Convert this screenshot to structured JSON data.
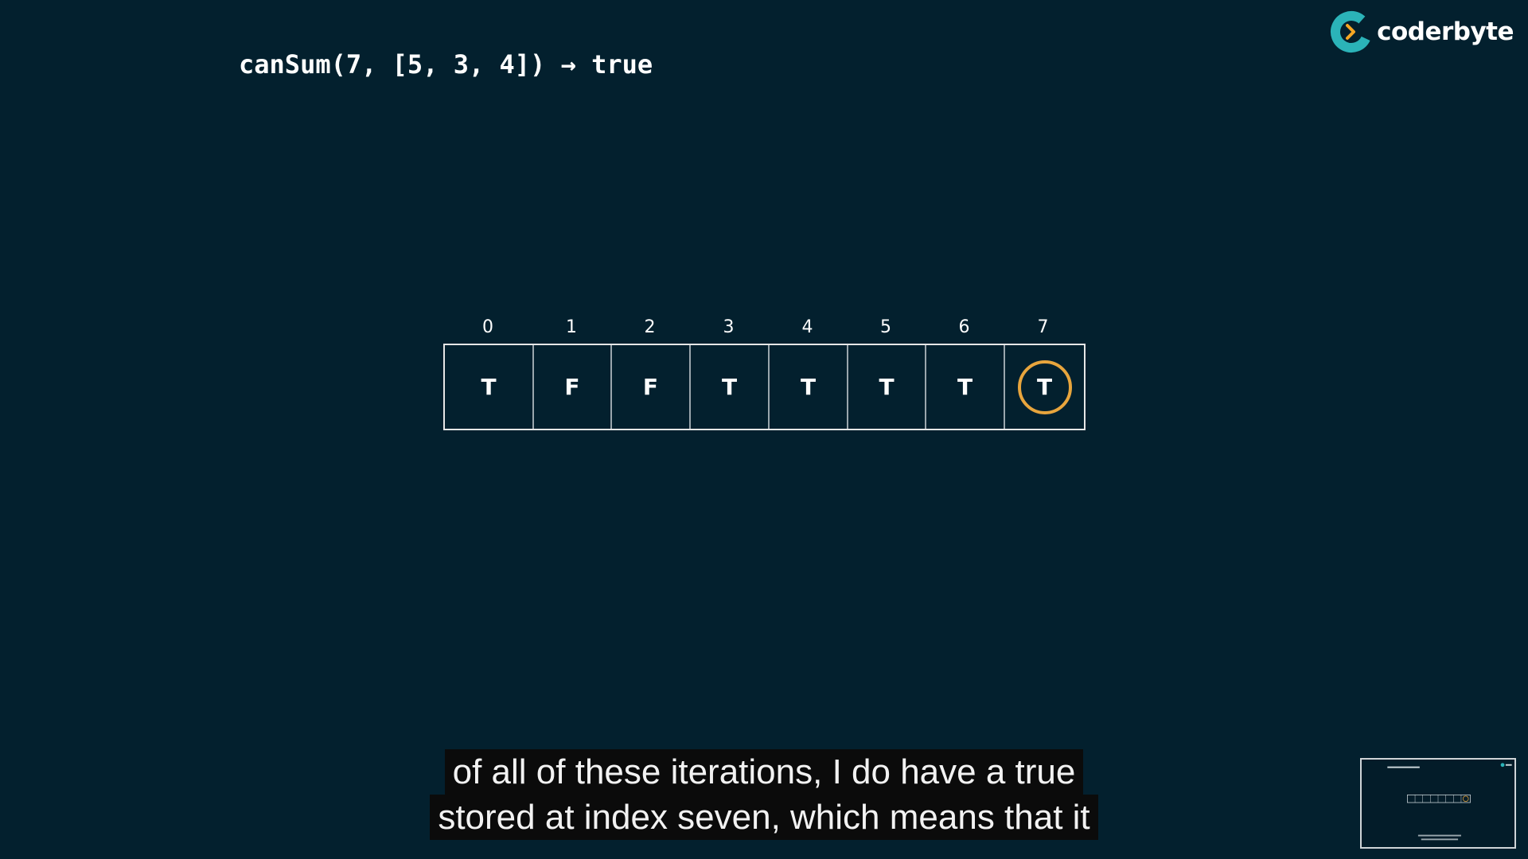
{
  "title": "canSum(7, [5, 3, 4]) → true",
  "logo": {
    "text": "coderbyte",
    "icon": "coderbyte-logo-icon",
    "colors": {
      "ring": "#2bb3b8",
      "chevron": "#f5a623"
    }
  },
  "array": {
    "indices": [
      "0",
      "1",
      "2",
      "3",
      "4",
      "5",
      "6",
      "7"
    ],
    "values": [
      "T",
      "F",
      "F",
      "T",
      "T",
      "T",
      "T",
      "T"
    ],
    "highlighted_index": 7,
    "highlight_color": "#e8a53d"
  },
  "caption": {
    "lines": [
      "of all of these iterations, I do have a true",
      "stored at index seven, which means that it"
    ]
  },
  "colors": {
    "background": "#03202e"
  }
}
